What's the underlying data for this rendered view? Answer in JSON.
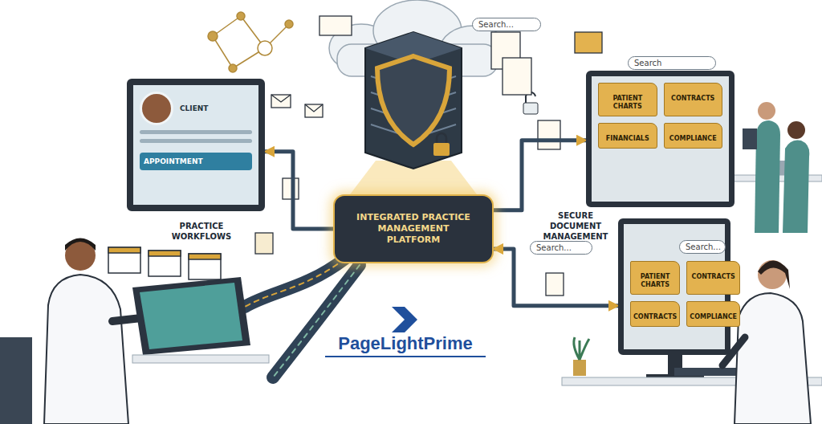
{
  "diagram": {
    "nodes": [
      {
        "text": [
          "INTEGRATED PRACTICE MANAGEMENT PLATFORM"
        ]
      },
      {
        "text": [
          "CLIENT",
          "APPOINTMENT"
        ]
      },
      {
        "text": [
          "PATIENT CHARTS",
          "CONTRACTS",
          "FINANCIALS",
          "COMPLIANCE"
        ]
      },
      {
        "text": [
          "PATIENT CHARTS",
          "CONTRACTS",
          "CONTRACTS",
          "COMPLIANCE"
        ]
      }
    ],
    "edges": [
      {
        "from": 0,
        "to": 1,
        "arrow": "to"
      },
      {
        "from": 0,
        "to": 2,
        "arrow": "to"
      },
      {
        "from": 0,
        "to": 3,
        "arrow": "both"
      }
    ],
    "labels": [
      "PRACTICE WORKFLOWS",
      "SECURE DOCUMENT MANAGEMENT",
      "Search...",
      "Search",
      "Search...",
      "Search...",
      "PageLightPrime"
    ]
  }
}
